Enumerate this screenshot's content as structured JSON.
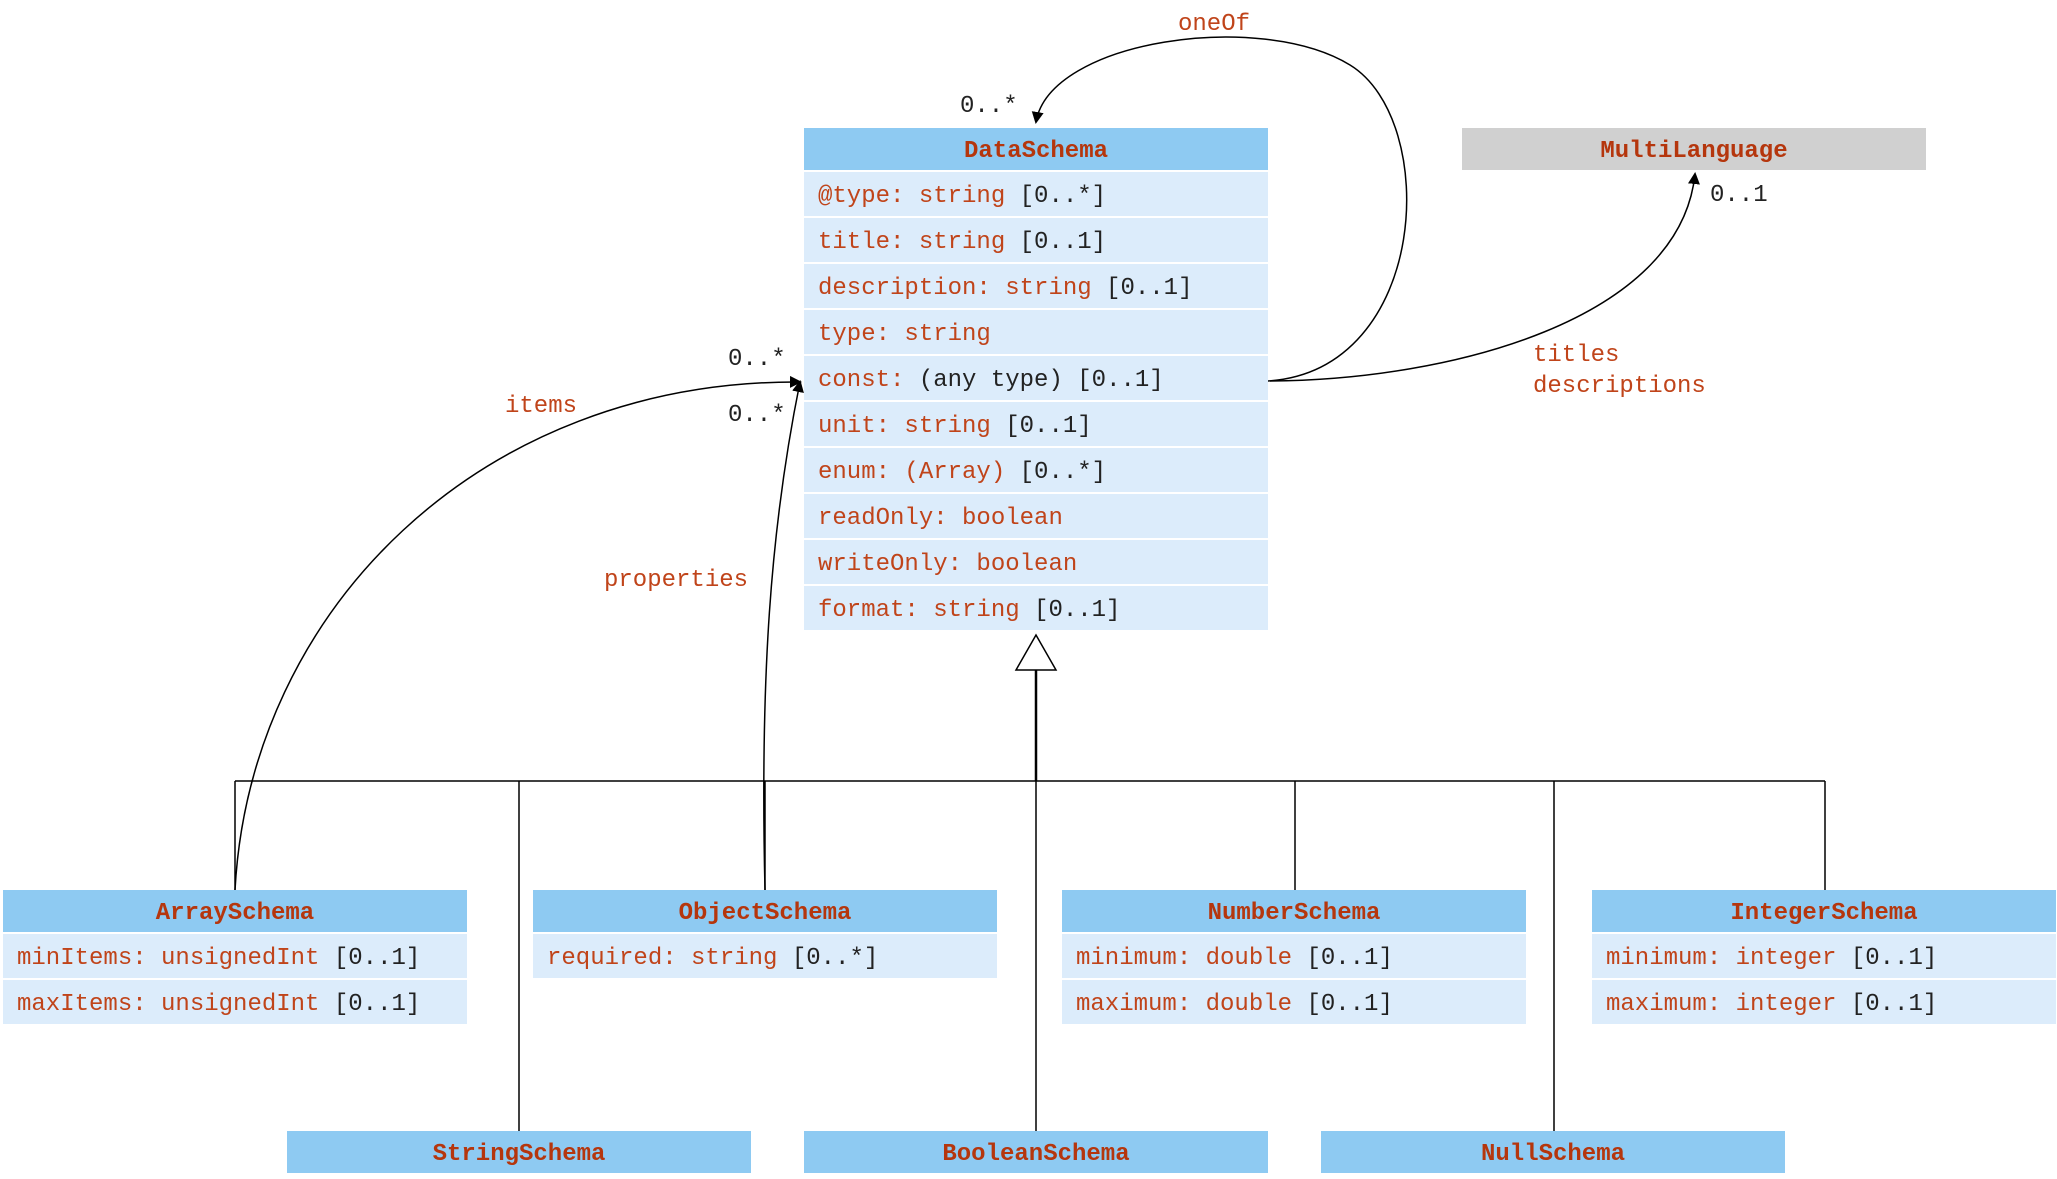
{
  "colors": {
    "class_header": "#8ecaf2",
    "attribute_row": "#dcecfb",
    "gray_header": "#d0d0d0",
    "name_text": "#b5360d",
    "attr_text": "#c0441a",
    "mult_text": "#222222",
    "line": "#000000"
  },
  "classes": [
    {
      "id": "DataSchema",
      "name": "DataSchema",
      "attributes": [
        {
          "name": "@type: string",
          "mult": "[0..*]"
        },
        {
          "name": "title: string",
          "mult": "[0..1]"
        },
        {
          "name": "description: string",
          "mult": "[0..1]"
        },
        {
          "name": "type: string",
          "mult": ""
        },
        {
          "name": "const:",
          "type_plain": "(any type)",
          "mult": "[0..1]"
        },
        {
          "name": "unit: string",
          "mult": "[0..1]"
        },
        {
          "name": "enum: (Array)",
          "mult": "[0..*]"
        },
        {
          "name": "readOnly: boolean",
          "mult": ""
        },
        {
          "name": "writeOnly: boolean",
          "mult": ""
        },
        {
          "name": "format: string",
          "mult": "[0..1]"
        }
      ]
    },
    {
      "id": "MultiLanguage",
      "name": "MultiLanguage",
      "attributes": []
    },
    {
      "id": "ArraySchema",
      "name": "ArraySchema",
      "attributes": [
        {
          "name": "minItems: unsignedInt",
          "mult": "[0..1]"
        },
        {
          "name": "maxItems: unsignedInt",
          "mult": "[0..1]"
        }
      ]
    },
    {
      "id": "ObjectSchema",
      "name": "ObjectSchema",
      "attributes": [
        {
          "name": "required: string",
          "mult": "[0..*]"
        }
      ]
    },
    {
      "id": "NumberSchema",
      "name": "NumberSchema",
      "attributes": [
        {
          "name": "minimum: double",
          "mult": "[0..1]"
        },
        {
          "name": "maximum: double",
          "mult": "[0..1]"
        }
      ]
    },
    {
      "id": "IntegerSchema",
      "name": "IntegerSchema",
      "attributes": [
        {
          "name": "minimum: integer",
          "mult": "[0..1]"
        },
        {
          "name": "maximum: integer",
          "mult": "[0..1]"
        }
      ]
    },
    {
      "id": "StringSchema",
      "name": "StringSchema",
      "attributes": []
    },
    {
      "id": "BooleanSchema",
      "name": "BooleanSchema",
      "attributes": []
    },
    {
      "id": "NullSchema",
      "name": "NullSchema",
      "attributes": []
    }
  ],
  "associations": {
    "oneOf": {
      "label": "oneOf",
      "multiplicity": "0..*"
    },
    "multiLanguage": {
      "label_line1": "titles",
      "label_line2": "descriptions",
      "multiplicity": "0..1"
    },
    "items": {
      "label": "items",
      "multiplicity": "0..*"
    },
    "properties": {
      "label": "properties",
      "multiplicity": "0..*"
    }
  }
}
